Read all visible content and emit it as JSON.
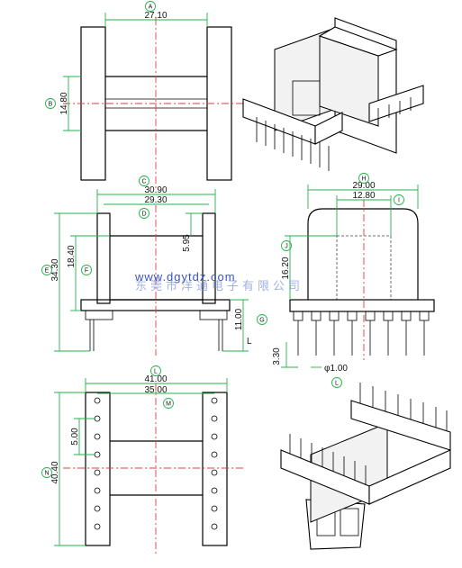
{
  "dimensions": {
    "a": "27.10",
    "b": "14.80",
    "c_outer": "30.90",
    "c_inner": "29.30",
    "e": "5.95",
    "f": "34.30",
    "g": "18.40",
    "h": "11.00",
    "i": "3.30",
    "j_outer": "29.00",
    "j_inner": "12.80",
    "k": "16.20",
    "pin": "φ1.00",
    "l_outer": "41.00",
    "l_inner": "35.00",
    "m": "5.00",
    "n": "40.40"
  },
  "labels": {
    "a": "A",
    "b": "B",
    "c": "C",
    "d": "D",
    "e": "E",
    "f": "F",
    "g": "G",
    "h": "H",
    "i": "I",
    "j": "J",
    "l": "L",
    "m": "M",
    "n": "N"
  },
  "watermark": {
    "url": "www.dgytdz.com",
    "company": "东莞市洋通电子有限公司"
  },
  "colors": {
    "dimension": "#22b34a",
    "centerline": "#e23b3b",
    "watermark": "#3a53c8"
  }
}
